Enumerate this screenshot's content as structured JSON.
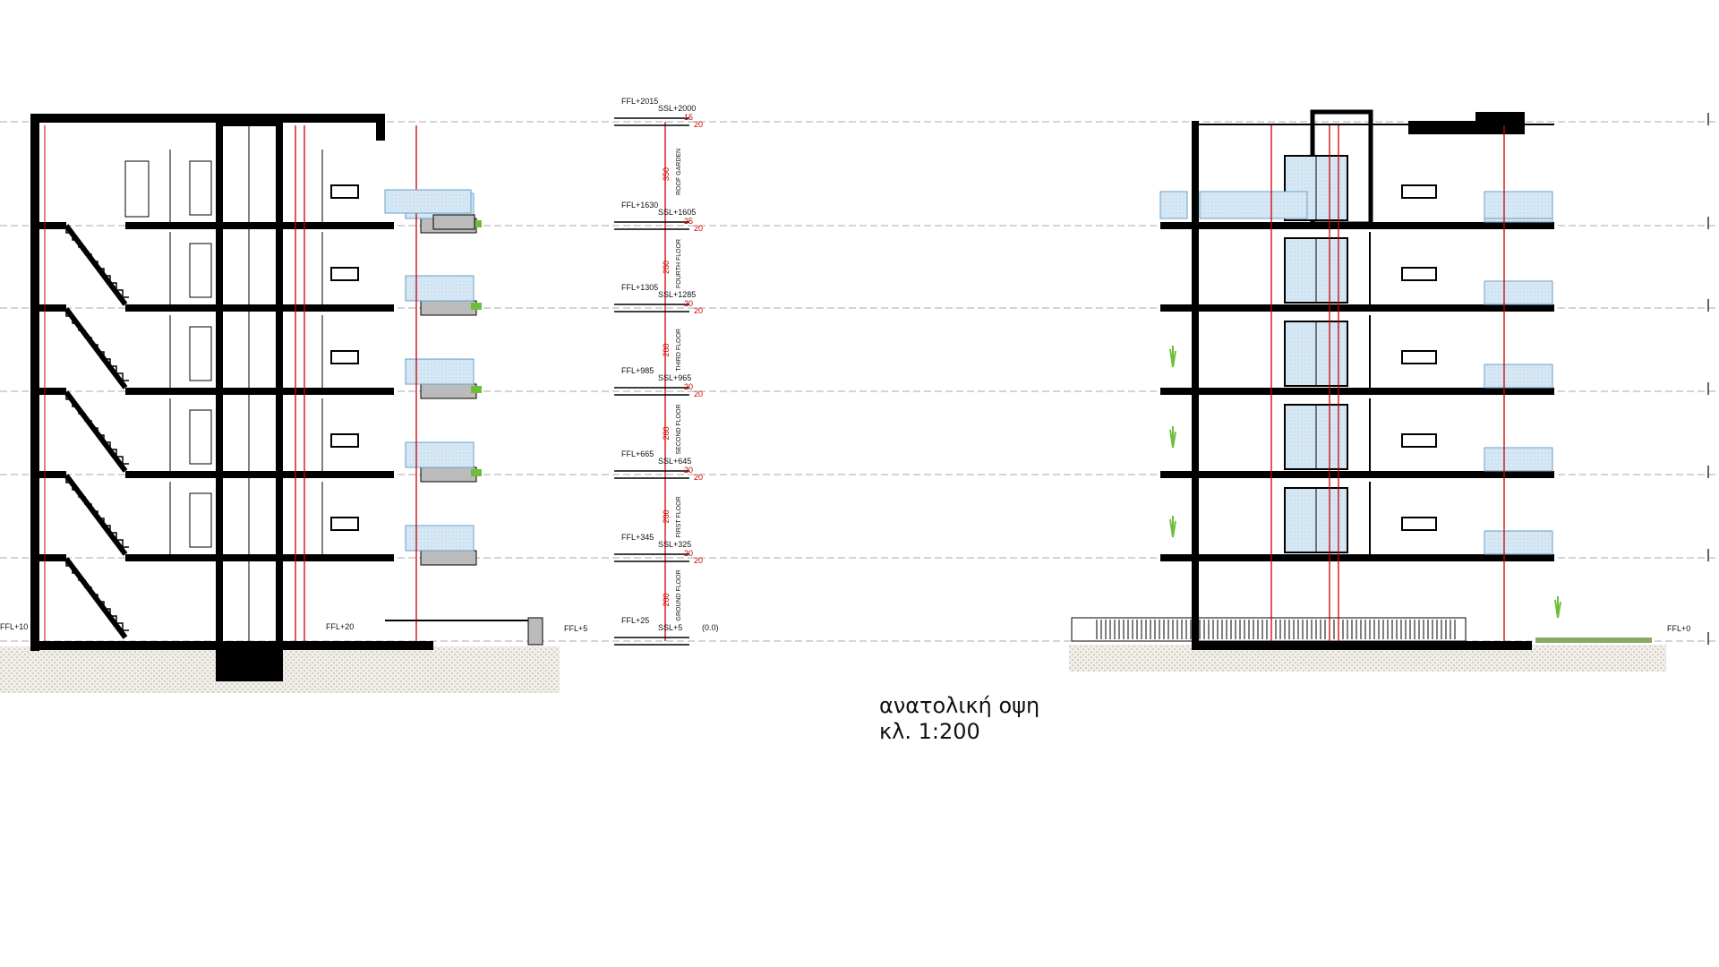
{
  "title": {
    "name": "ανατολική οψη",
    "scale": "κλ. 1:200"
  },
  "levels": [
    {
      "ffl": "FFL+2015",
      "ssl": "SSL+2000",
      "slab": "15",
      "struct": "20",
      "height": "350",
      "floor": "ROOF GARDEN"
    },
    {
      "ffl": "FFL+1630",
      "ssl": "SSL+1605",
      "slab": "25",
      "struct": "20",
      "height": "280",
      "floor": "FOURTH FLOOR"
    },
    {
      "ffl": "FFL+1305",
      "ssl": "SSL+1285",
      "slab": "20",
      "struct": "20",
      "height": "280",
      "floor": "THIRD FLOOR"
    },
    {
      "ffl": "FFL+985",
      "ssl": "SSL+965",
      "slab": "20",
      "struct": "20",
      "height": "280",
      "floor": "SECOND FLOOR"
    },
    {
      "ffl": "FFL+665",
      "ssl": "SSL+645",
      "slab": "20",
      "struct": "20",
      "height": "280",
      "floor": "FIRST FLOOR"
    },
    {
      "ffl": "FFL+345",
      "ssl": "SSL+325",
      "slab": "20",
      "struct": "20",
      "height": "280",
      "floor": "GROUND FLOOR"
    },
    {
      "ffl": "FFL+25",
      "ssl": "SSL+5",
      "datum": "(0.0)"
    }
  ],
  "section_labels": {
    "left_ffl": "FFL+10",
    "inner_ffl": "FFL+20",
    "outer_ffl": "FFL+5"
  },
  "elevation_labels": {
    "outer_ffl": "FFL+0"
  },
  "colors": {
    "structure": "#000000",
    "dimension": "#cc0000",
    "glass": "#cfe3f2",
    "planting": "#6cbf3a",
    "ground": "#e8e4dc"
  }
}
